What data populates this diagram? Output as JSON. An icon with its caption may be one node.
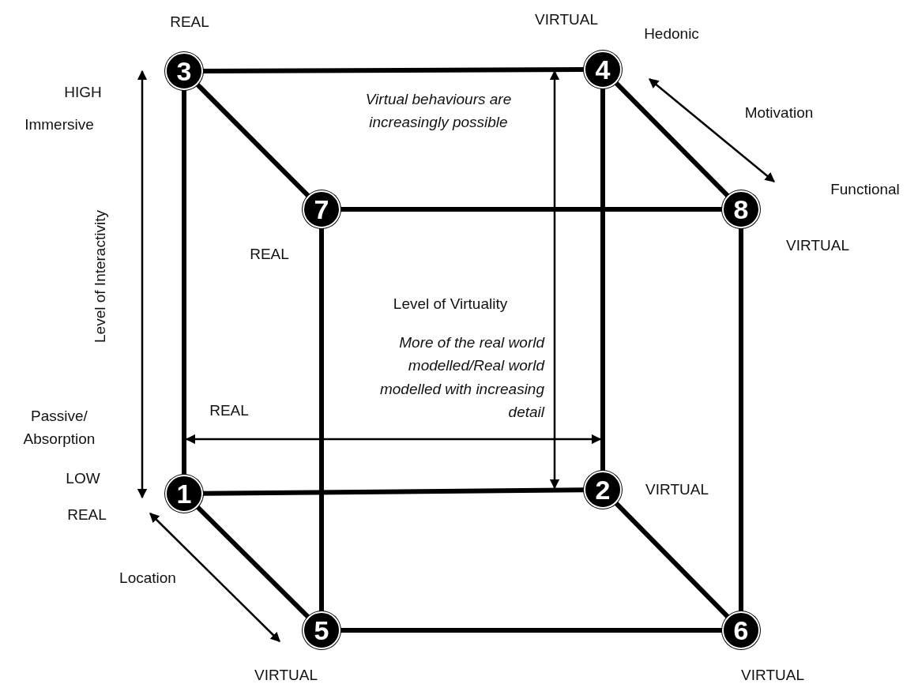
{
  "diagram": {
    "nodes": [
      {
        "text": [
          "1"
        ],
        "beside": [
          "REAL"
        ]
      },
      {
        "text": [
          "2"
        ],
        "beside": [
          "VIRTUAL"
        ]
      },
      {
        "text": [
          "3"
        ],
        "beside": [
          "REAL"
        ]
      },
      {
        "text": [
          "4"
        ],
        "beside": [
          "VIRTUAL"
        ]
      },
      {
        "text": [
          "5"
        ],
        "beside": [
          "VIRTUAL"
        ]
      },
      {
        "text": [
          "6"
        ],
        "beside": [
          "VIRTUAL"
        ]
      },
      {
        "text": [
          "7"
        ],
        "beside": [
          "REAL"
        ]
      },
      {
        "text": [
          "8"
        ],
        "beside": [
          "VIRTUAL"
        ]
      }
    ],
    "edges": [
      {
        "from": 0,
        "to": 1,
        "arrow": "none"
      },
      {
        "from": 2,
        "to": 3,
        "arrow": "none"
      },
      {
        "from": 6,
        "to": 7,
        "arrow": "none"
      },
      {
        "from": 4,
        "to": 5,
        "arrow": "none"
      },
      {
        "from": 2,
        "to": 0,
        "arrow": "none"
      },
      {
        "from": 3,
        "to": 1,
        "arrow": "none"
      },
      {
        "from": 6,
        "to": 4,
        "arrow": "none"
      },
      {
        "from": 7,
        "to": 5,
        "arrow": "none"
      },
      {
        "from": 2,
        "to": 6,
        "arrow": "none"
      },
      {
        "from": 3,
        "to": 7,
        "arrow": "none"
      },
      {
        "from": 0,
        "to": 4,
        "arrow": "none"
      },
      {
        "from": 1,
        "to": 5,
        "arrow": "none"
      }
    ],
    "labels": [
      "Hedonic",
      "HIGH",
      "Motivation",
      "Virtual behaviours are increasingly possible",
      "Immersive",
      "Functional",
      "Level of Interactivity",
      "Level of Virtuality",
      "More of the real world modelled/Real world modelled with increasing detail",
      "REAL",
      "Passive/ Absorption",
      "LOW",
      "Location"
    ]
  }
}
